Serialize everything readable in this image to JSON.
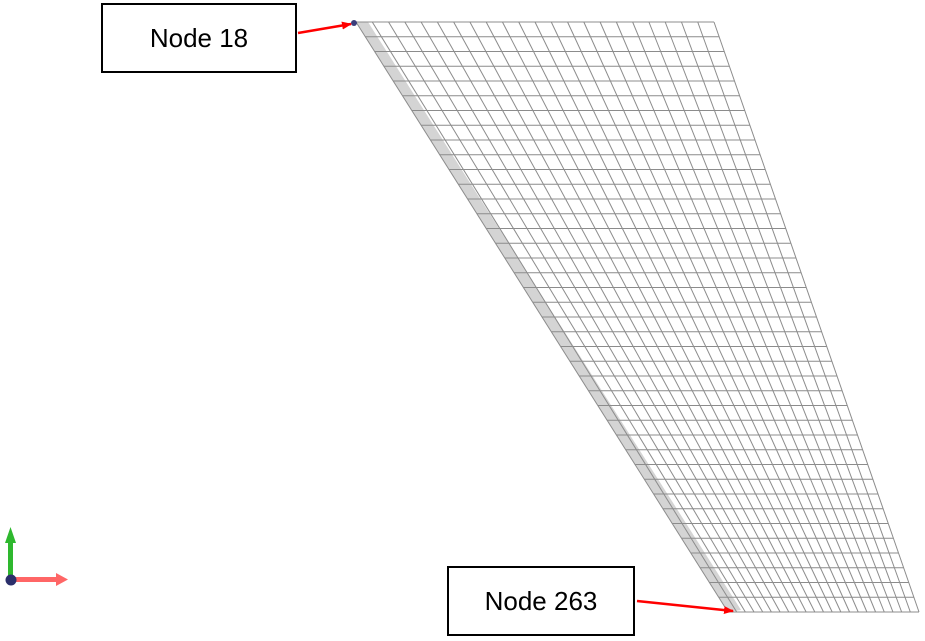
{
  "callouts": {
    "node_18": {
      "label": "Node 18"
    },
    "node_263": {
      "label": "Node 263"
    }
  },
  "mesh": {
    "rows": 40,
    "cols": 22,
    "line_color": "#8c8c8c",
    "edge_shading_color": "#d4d4d4"
  },
  "colors": {
    "arrow": "#ff0000",
    "node_marker": "#3a3d7a",
    "axis_y": "#2eb82e",
    "axis_x": "#ff6666",
    "axis_origin": "#2b2f6b"
  },
  "icons": {
    "axis_triad": "axis-triad-icon"
  }
}
